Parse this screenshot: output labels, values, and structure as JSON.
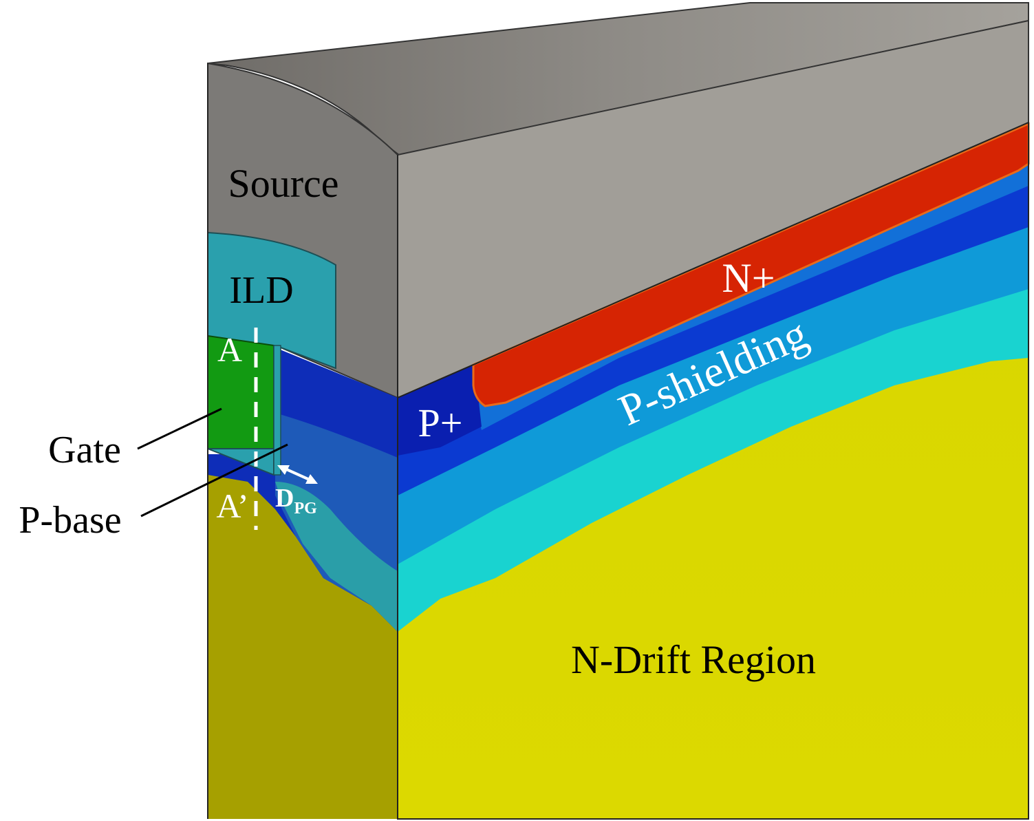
{
  "labels": {
    "source": "Source",
    "ild": "ILD",
    "a_top": "A",
    "a_bottom": "A’",
    "gate": "Gate",
    "p_base": "P-base",
    "d_pg_main": "D",
    "d_pg_sub": "PG",
    "p_plus": "P+",
    "n_plus": "N+",
    "p_shielding": "P-shielding",
    "n_drift": "N-Drift Region"
  },
  "colors": {
    "source_metal": "#a19e98",
    "source_side": "#7c7a77",
    "ild": "#2aa0ad",
    "gate": "#129a12",
    "n_plus": "#d62403",
    "p_plus": "#0a1fb0",
    "p_shielding": "#0b3ad1",
    "p_transition": "#0faad6",
    "n_drift_top": "#dcd900",
    "n_drift_side": "#a6a000"
  }
}
